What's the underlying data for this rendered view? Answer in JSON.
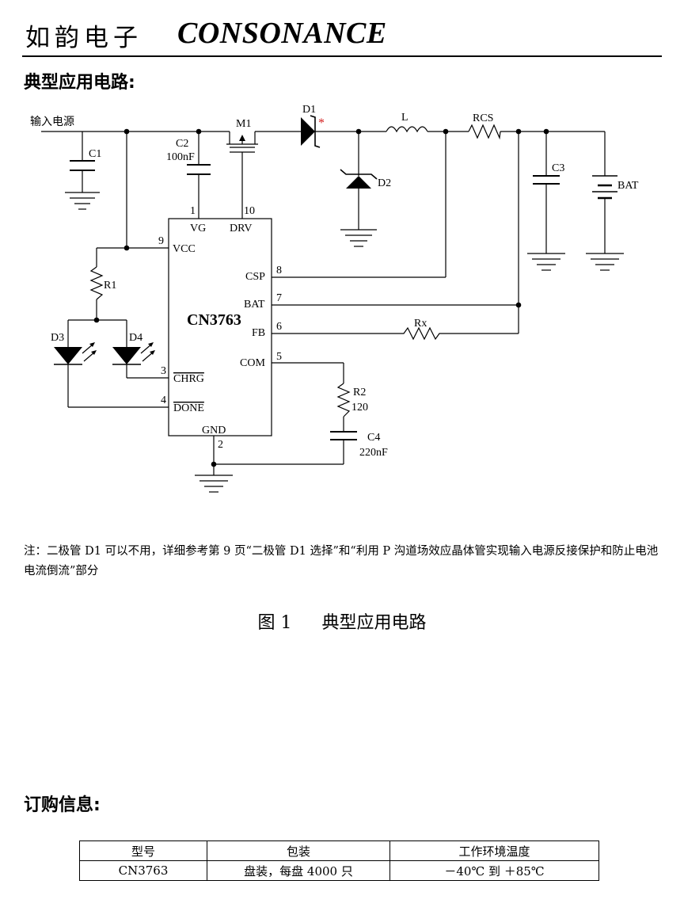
{
  "header": {
    "brand_cn": "如韵电子",
    "brand_en": "CONSONANCE"
  },
  "section1": {
    "title": "典型应用电路:"
  },
  "schematic": {
    "input_label": "输入电源",
    "chip_name": "CN3763",
    "components": {
      "c1": "C1",
      "c2": "C2",
      "c2_value": "100nF",
      "m1": "M1",
      "d1": "D1",
      "star": "*",
      "l": "L",
      "rcs": "RCS",
      "c3": "C3",
      "bat": "BAT",
      "d2": "D2",
      "r1": "R1",
      "d3": "D3",
      "d4": "D4",
      "rx": "Rx",
      "r2": "R2",
      "r2_value": "120",
      "c4": "C4",
      "c4_value": "220nF"
    },
    "pins": {
      "vg": "VG",
      "drv": "DRV",
      "vcc": "VCC",
      "csp": "CSP",
      "bat": "BAT",
      "fb": "FB",
      "com": "COM",
      "chrg": "CHRG",
      "done": "DONE",
      "gnd": "GND",
      "n1": "1",
      "n10": "10",
      "n9": "9",
      "n8": "8",
      "n7": "7",
      "n6": "6",
      "n5": "5",
      "n3": "3",
      "n4": "4",
      "n2": "2"
    }
  },
  "note": "注：二极管 D1 可以不用，详细参考第 9 页“二极管 D1 选择”和“利用 P 沟道场效应晶体管实现输入电源反接保护和防止电池电流倒流”部分",
  "figure_caption": {
    "number": "图 1",
    "title": "典型应用电路"
  },
  "section2": {
    "title": "订购信息:"
  },
  "order_table": {
    "headers": [
      "型号",
      "包装",
      "工作环境温度"
    ],
    "row": [
      "CN3763",
      "盘装，每盘 4000 只",
      "－40℃  到  ＋85℃"
    ]
  }
}
